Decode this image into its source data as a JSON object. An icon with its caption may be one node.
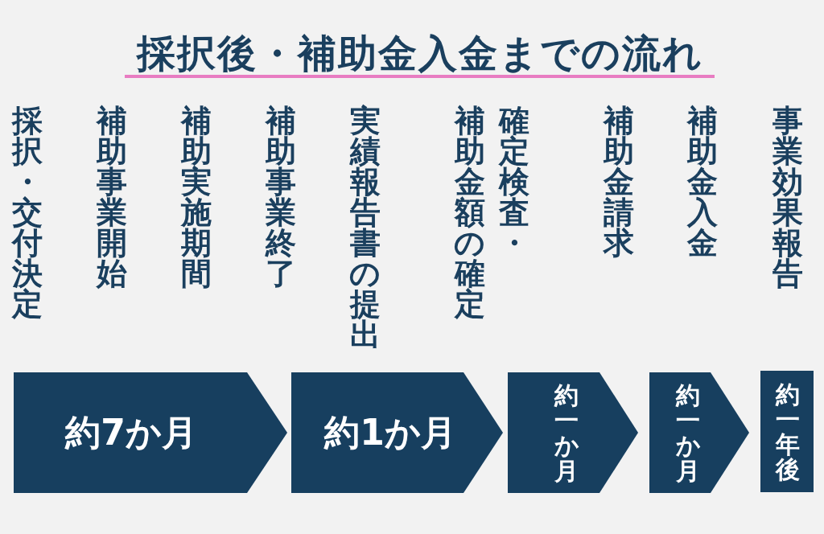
{
  "diagram": {
    "title": "採択後・補助金入金までの流れ",
    "nodes": [
      {
        "text": [
          "約7か月"
        ]
      },
      {
        "text": [
          "約1か月"
        ]
      },
      {
        "text": [
          "約一か月"
        ]
      },
      {
        "text": [
          "約一か月"
        ]
      },
      {
        "text": [
          "約一年後"
        ]
      }
    ],
    "labels": [
      "採択・交付決定",
      "補助事業開始",
      "補助実施期間",
      "補助事業終了",
      "実績報告書の提出",
      "確定検査・",
      "補助金額の確定",
      "補助金請求",
      "補助金入金",
      "事業効果報告"
    ]
  }
}
